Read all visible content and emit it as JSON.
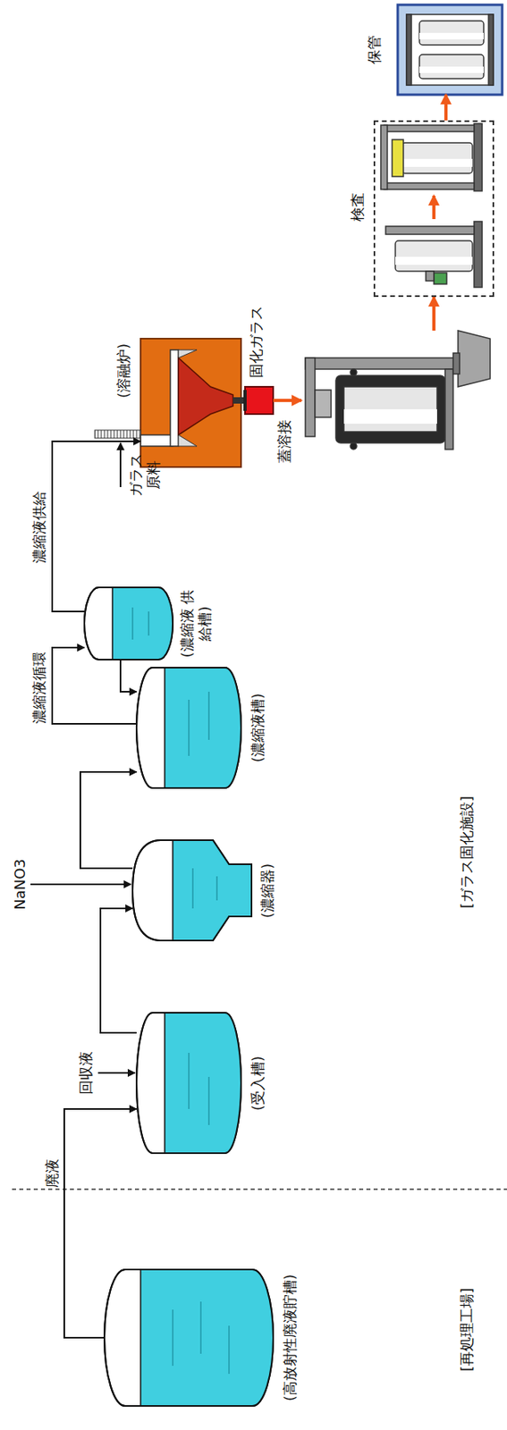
{
  "diagram": {
    "nodes": [
      {
        "text": [
          "(高放射性廃液貯槽)"
        ]
      },
      {
        "text": [
          "(受入槽)"
        ]
      },
      {
        "text": [
          "(濃縮器)"
        ]
      },
      {
        "text": [
          "(濃縮液槽)"
        ]
      },
      {
        "text": [
          "(濃縮液 供給槽)"
        ]
      },
      {
        "text": [
          "(溶融炉)"
        ]
      },
      {
        "text": [
          "固化ガラス"
        ]
      },
      {
        "text": [
          "蓋溶接"
        ]
      },
      {
        "text": [
          "検査"
        ]
      },
      {
        "text": [
          "保管"
        ]
      }
    ],
    "edges": [
      {
        "from": 0,
        "to": 1,
        "label": "廃液",
        "arrow": "to"
      },
      {
        "from": 1,
        "to": 2,
        "arrow": "to"
      },
      {
        "from": 2,
        "to": 3,
        "arrow": "to"
      },
      {
        "from": 3,
        "to": 4,
        "label": "濃縮液循環",
        "arrow": "to"
      },
      {
        "from": 4,
        "to": 3,
        "arrow": "to"
      },
      {
        "from": 4,
        "to": 5,
        "label": "濃縮液供給",
        "arrow": "to"
      },
      {
        "from": 6,
        "to": 7,
        "arrow": "to"
      },
      {
        "from": 7,
        "to": 8,
        "arrow": "to"
      },
      {
        "from": 8,
        "to": 9,
        "arrow": "to"
      }
    ],
    "labels": [
      "回収液",
      "NaNO3",
      "ガラス 原料",
      "[再処理工場]",
      "[ガラス固化施設]"
    ]
  }
}
